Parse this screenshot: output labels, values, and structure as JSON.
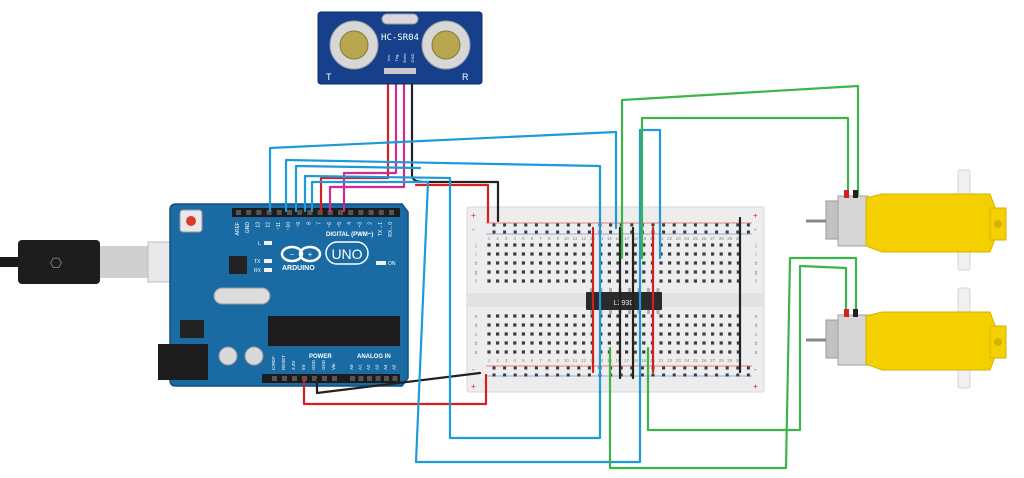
{
  "sensor": {
    "name": "HC-SR04",
    "pins": [
      "Vcc",
      "Trig",
      "Echo",
      "GND"
    ],
    "corner_left": "T",
    "corner_right": "R"
  },
  "arduino": {
    "brand": "ARDUINO",
    "model": "UNO",
    "digital_header": "DIGITAL (PWM~)",
    "power_header": "POWER",
    "analog_header": "ANALOG IN",
    "on_label": "ON",
    "led_labels": [
      "L",
      "TX",
      "RX"
    ],
    "digital_pins": [
      "AREF",
      "GND",
      "13",
      "12",
      "~11",
      "~10",
      "~9",
      "8",
      "7",
      "~6",
      "~5",
      "4",
      "~3",
      "2",
      "TX→1",
      "RX←0"
    ],
    "power_pins": [
      "IOREF",
      "RESET",
      "3.3V",
      "5V",
      "GND",
      "GND",
      "Vin"
    ],
    "analog_pins": [
      "A0",
      "A1",
      "A2",
      "A3",
      "A4",
      "A5"
    ]
  },
  "breadboard": {
    "row_letters_top": [
      "j",
      "i",
      "h",
      "g",
      "f"
    ],
    "row_letters_bottom": [
      "e",
      "d",
      "c",
      "b",
      "a"
    ],
    "plus": "+",
    "minus": "-",
    "columns": [
      "1",
      "2",
      "3",
      "4",
      "5",
      "6",
      "7",
      "8",
      "9",
      "10",
      "11",
      "12",
      "13",
      "14",
      "15",
      "16",
      "17",
      "18",
      "19",
      "20",
      "21",
      "22",
      "23",
      "24",
      "25",
      "26",
      "27",
      "28",
      "29",
      "30"
    ]
  },
  "ic": {
    "label": "L293D"
  },
  "motors": [
    {
      "id": "motor-top"
    },
    {
      "id": "motor-bottom"
    }
  ],
  "colors": {
    "board": "#1a6aa3",
    "wire_blue": "#1e9bd6",
    "wire_green": "#3cb44a",
    "wire_red": "#d42020",
    "wire_black": "#222222",
    "wire_magenta": "#d42a8f",
    "motor_yellow": "#f5d000"
  }
}
